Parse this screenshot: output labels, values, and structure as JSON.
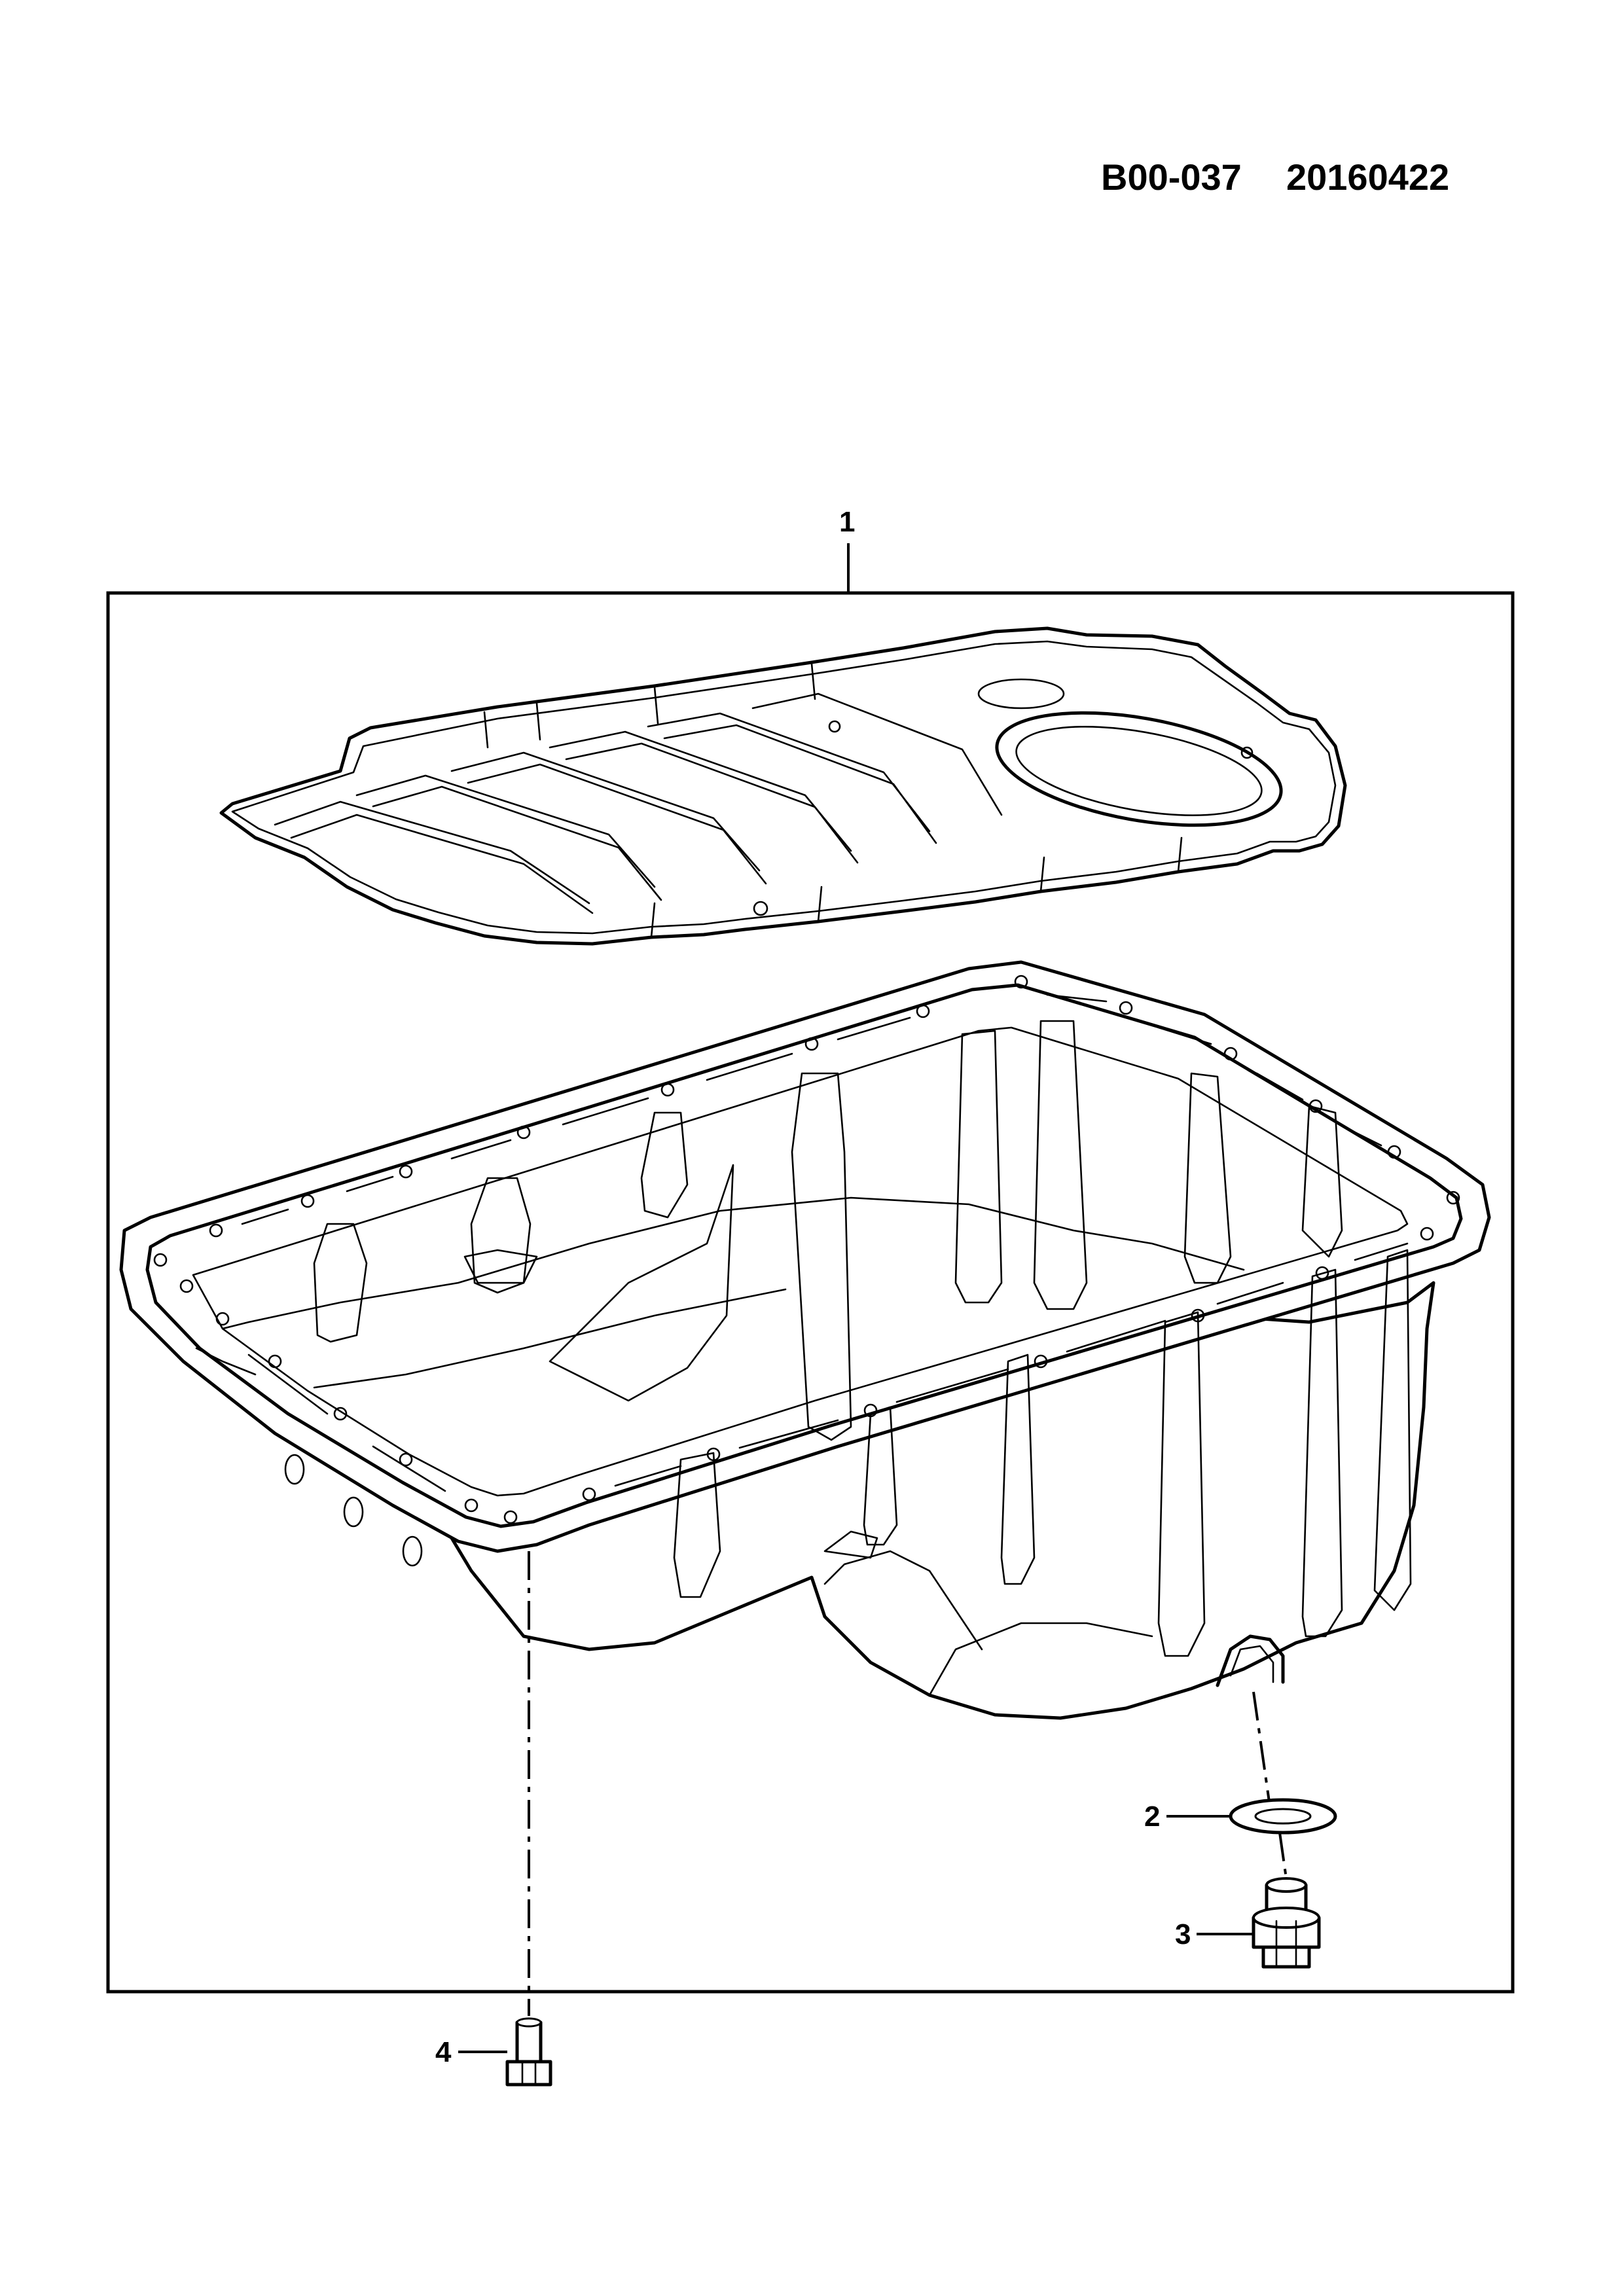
{
  "drawing": {
    "code": "B00-037",
    "date": "20160422"
  },
  "callouts": [
    {
      "id": "1"
    },
    {
      "id": "2"
    },
    {
      "id": "3"
    },
    {
      "id": "4"
    }
  ]
}
